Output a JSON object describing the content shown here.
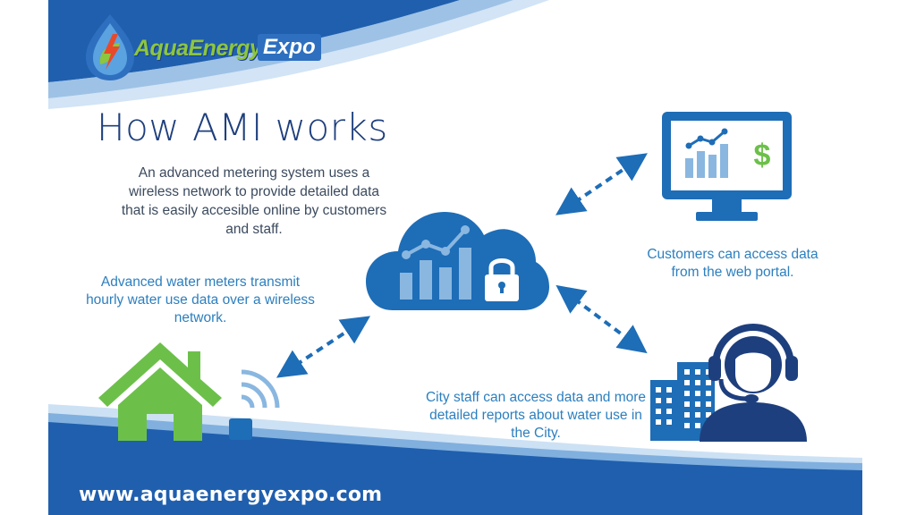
{
  "brand": {
    "name_part1": "AquaEnergy",
    "name_part2": "Expo",
    "website": "www.aquaenergyexpo.com"
  },
  "title": "How AMI works",
  "intro": "An advanced metering  system uses a wireless network to provide detailed data that is easily accesible online by customers and staff.",
  "meters_text": "Advanced water meters transmit hourly water use data over a wireless network.",
  "customers_text": "Customers can access data from the web portal.",
  "staff_text": "City staff can access data and more detailed reports about water use in the City.",
  "icons": {
    "logo": "aquaenergy-logo-icon",
    "cloud": "cloud-chart-lock-icon",
    "monitor": "monitor-chart-dollar-icon",
    "house": "house-icon",
    "meter": "wireless-meter-icon",
    "buildings": "office-buildings-icon",
    "agent": "headset-agent-icon",
    "currency": "$"
  },
  "colors": {
    "primary_blue": "#1e6db7",
    "dark_blue": "#1e3f7d",
    "green": "#6cc04a",
    "light_blue": "#8ab7e0"
  }
}
